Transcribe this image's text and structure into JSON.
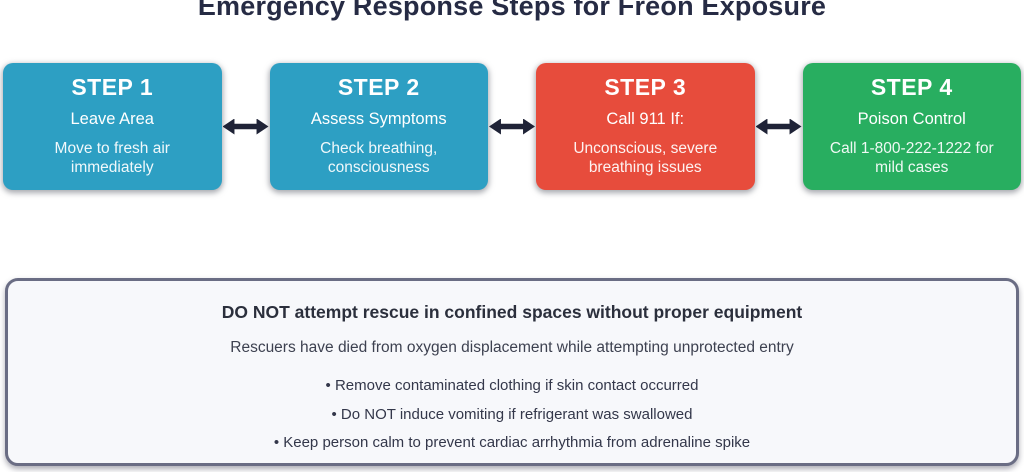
{
  "title": "Emergency Response Steps for Freon Exposure",
  "colors": {
    "title_text": "#262b44",
    "arrow": "#1f2337",
    "step_teal": "#2D9FC3",
    "step_red": "#E74C3C",
    "step_green": "#28AE60",
    "warning_border": "#6A6D84",
    "warning_background": "#F7F8FB"
  },
  "steps": [
    {
      "label": "STEP 1",
      "name": "Leave Area",
      "description": "Move to fresh air immediately",
      "color": "#2D9FC3"
    },
    {
      "label": "STEP 2",
      "name": "Assess Symptoms",
      "description": "Check breathing, consciousness",
      "color": "#2D9FC3"
    },
    {
      "label": "STEP 3",
      "name": "Call 911 If:",
      "description": "Unconscious, severe breathing issues",
      "color": "#E74C3C"
    },
    {
      "label": "STEP 4",
      "name": "Poison Control",
      "description": "Call 1-800-222-1222 for mild cases",
      "color": "#28AE60"
    }
  ],
  "warning": {
    "heading": "DO NOT attempt rescue in confined spaces without proper equipment",
    "subheading": "Rescuers have died from oxygen displacement while attempting unprotected entry",
    "bullets": [
      "• Remove contaminated clothing if skin contact occurred",
      "• Do NOT induce vomiting if refrigerant was swallowed",
      "• Keep person calm to prevent cardiac arrhythmia from adrenaline spike"
    ]
  }
}
